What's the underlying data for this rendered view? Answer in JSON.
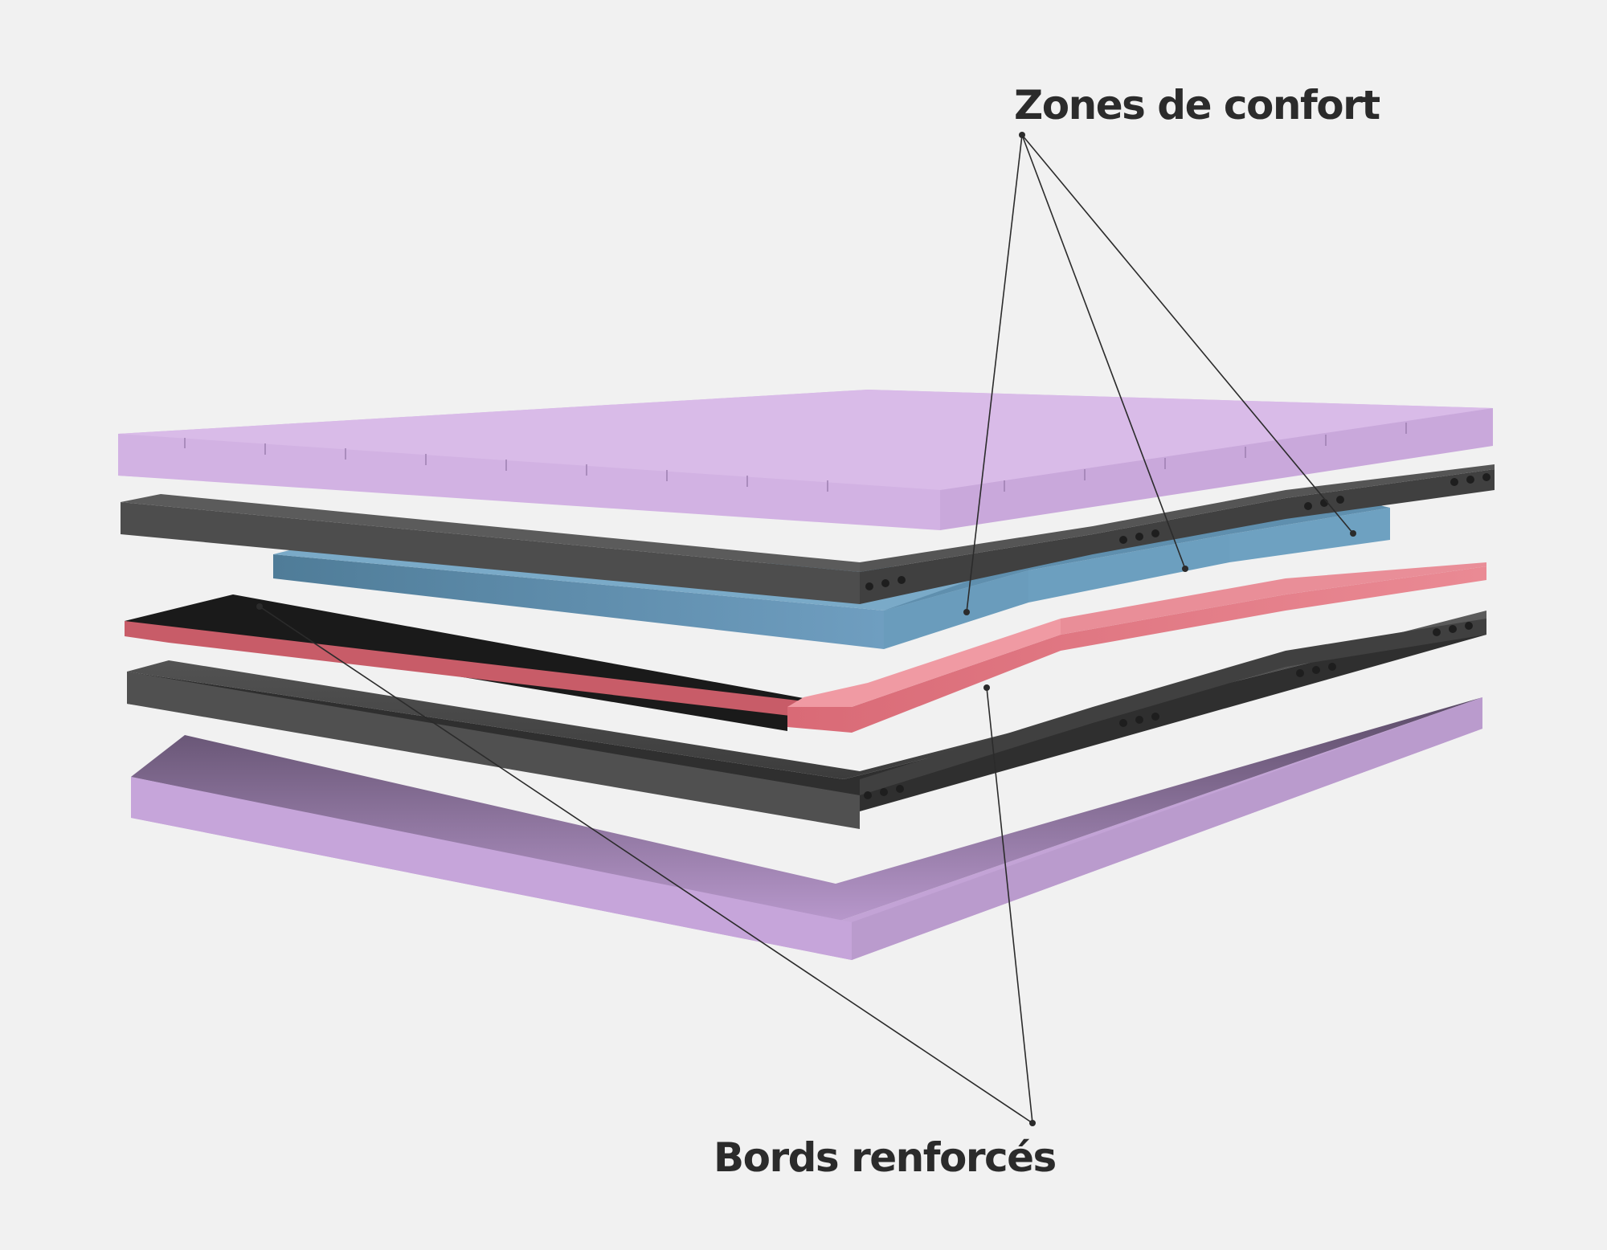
{
  "callouts": {
    "comfort_zones": "Zones de confort",
    "reinforced_edges": "Bords renforcés"
  },
  "layers": [
    {
      "name": "top-foam-layer",
      "color": "#cfaee0"
    },
    {
      "name": "upper-spring-panel",
      "color": "#4a4a4a"
    },
    {
      "name": "comfort-zone-blocks",
      "color": "#6c9fbf"
    },
    {
      "name": "reinforced-edge-panel",
      "color": "#e27e88"
    },
    {
      "name": "lower-spring-panel",
      "color": "#4c4c4c"
    },
    {
      "name": "bottom-foam-layer",
      "color": "#c4a6d6"
    }
  ],
  "colors": {
    "background": "#f1f1f1",
    "text": "#2b2b2b",
    "leader_line": "#2b2b2b"
  }
}
